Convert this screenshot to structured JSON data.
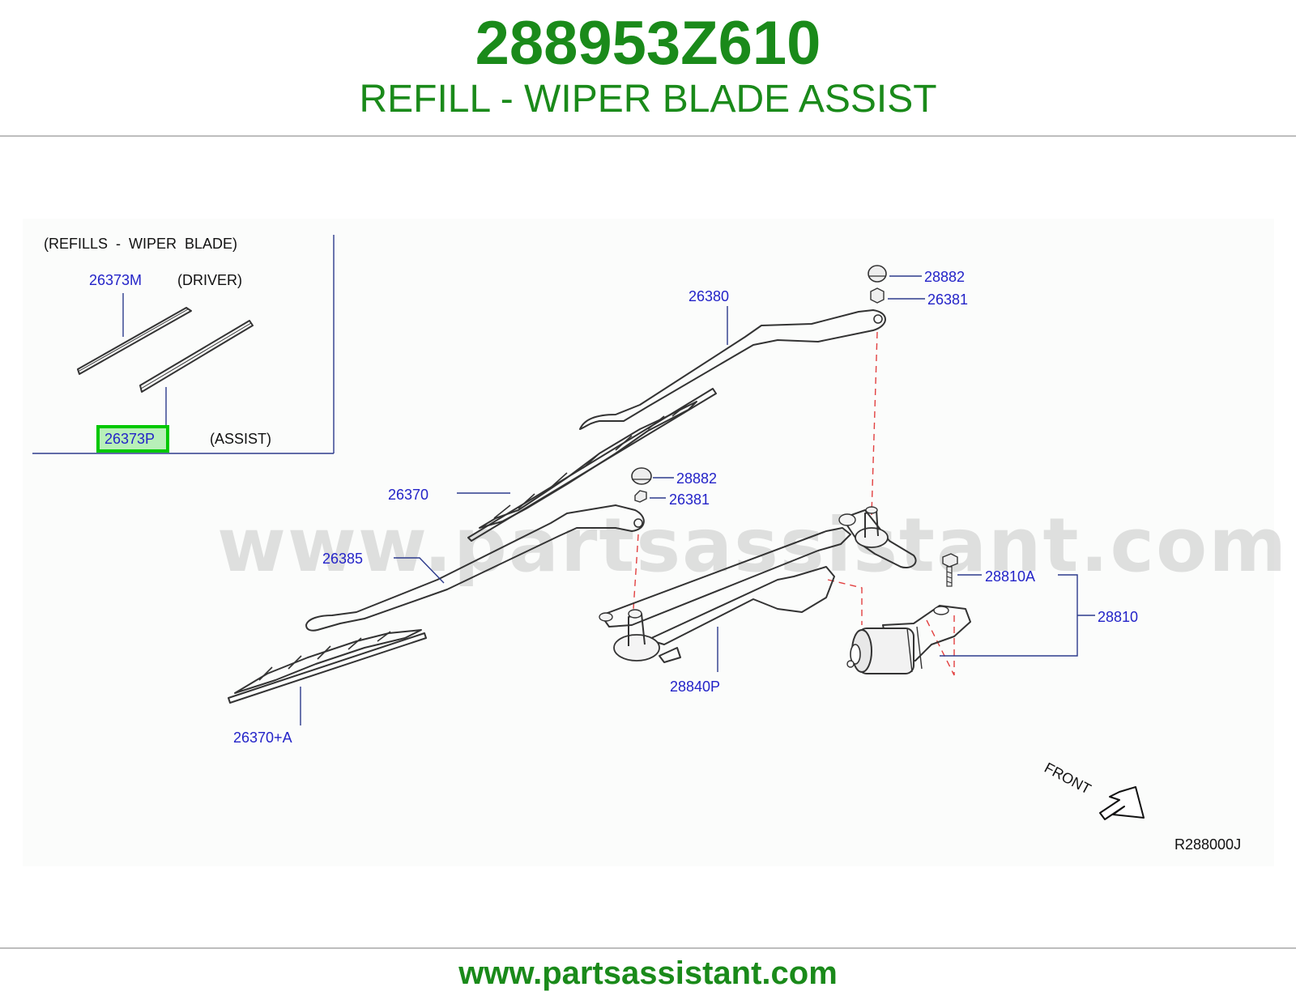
{
  "header": {
    "part_number": "288953Z610",
    "title": "REFILL - WIPER BLADE ASSIST"
  },
  "inset": {
    "heading": "(REFILLS  -  WIPER  BLADE)",
    "driver_code": "26373M",
    "driver_note": "(DRIVER)",
    "assist_code": "26373P",
    "assist_note": "(ASSIST)"
  },
  "callouts": {
    "c26380": "26380",
    "c28882_top": "28882",
    "c26381_top": "26381",
    "c26370": "26370",
    "c28882_mid": "28882",
    "c26381_mid": "26381",
    "c26385": "26385",
    "c28810A": "28810A",
    "c28810": "28810",
    "c28840P": "28840P",
    "c26370A": "26370+A"
  },
  "front_label": "FRONT",
  "diagram_ref": "R288000J",
  "watermark": "www.partsassistant.com",
  "footer_url": "www.partsassistant.com",
  "colors": {
    "brand_green": "#1a8a1a",
    "callout_blue": "#2323c8",
    "highlight_green": "#00c800",
    "dashed_red": "#e24040"
  }
}
